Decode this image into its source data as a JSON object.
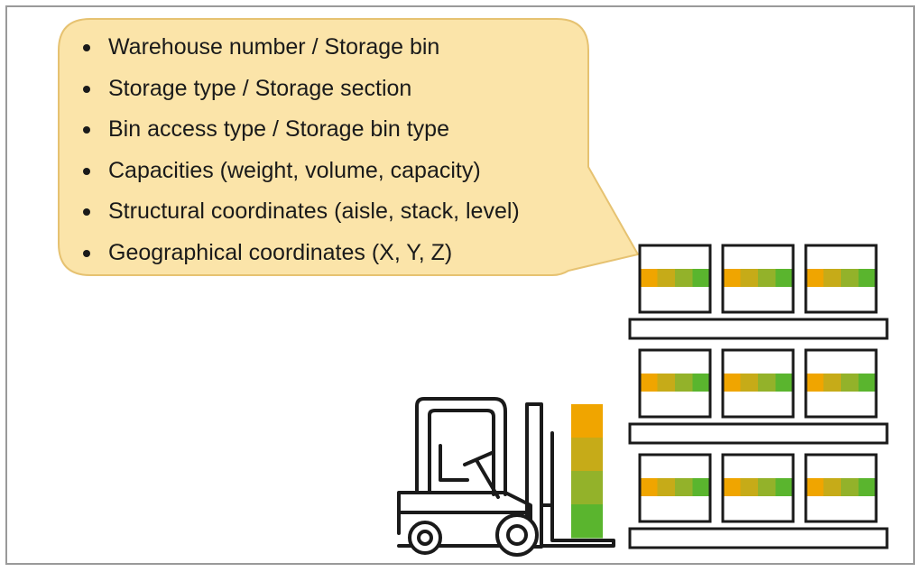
{
  "bubble": {
    "fill": "#fbe4a9",
    "stroke": "#e6c271",
    "items": [
      {
        "label": "Warehouse number / Storage bin"
      },
      {
        "label": "Storage type / Storage section"
      },
      {
        "label": "Bin access type / Storage bin type"
      },
      {
        "label": "Capacities (weight, volume, capacity)"
      },
      {
        "label": "Structural coordinates (aisle, stack, level)"
      },
      {
        "label": "Geographical coordinates (X, Y, Z)"
      }
    ]
  },
  "illustration": {
    "line_color": "#1a1a1a",
    "gradient_colors": [
      "#f0a500",
      "#c6ab18",
      "#93b22a",
      "#5ab52e"
    ],
    "rack": {
      "levels": 3,
      "bins_per_level": 3
    },
    "forklift_load_blocks": 4
  }
}
